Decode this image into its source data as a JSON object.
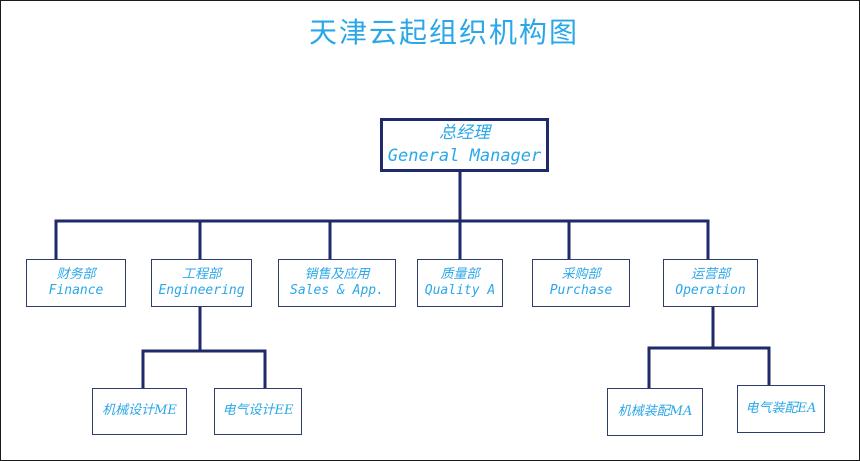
{
  "title": "天津云起组织机构图",
  "general_manager": {
    "cn": "总经理",
    "en": "General Manager"
  },
  "departments": [
    {
      "cn": "财务部",
      "en": "Finance"
    },
    {
      "cn": "工程部",
      "en": "Engineering"
    },
    {
      "cn": "销售及应用",
      "en": "Sales & App."
    },
    {
      "cn": "质量部",
      "en": "Quality A"
    },
    {
      "cn": "采购部",
      "en": "Purchase"
    },
    {
      "cn": "运营部",
      "en": "Operation"
    }
  ],
  "engineering_units": [
    {
      "label": "机械设计ME"
    },
    {
      "label": "电气设计EE"
    }
  ],
  "operation_units": [
    {
      "label": "机械装配MA"
    },
    {
      "label": "电气装配EA"
    }
  ],
  "colors": {
    "text": "#2aa7e8",
    "lines": "#1f2a6b"
  }
}
